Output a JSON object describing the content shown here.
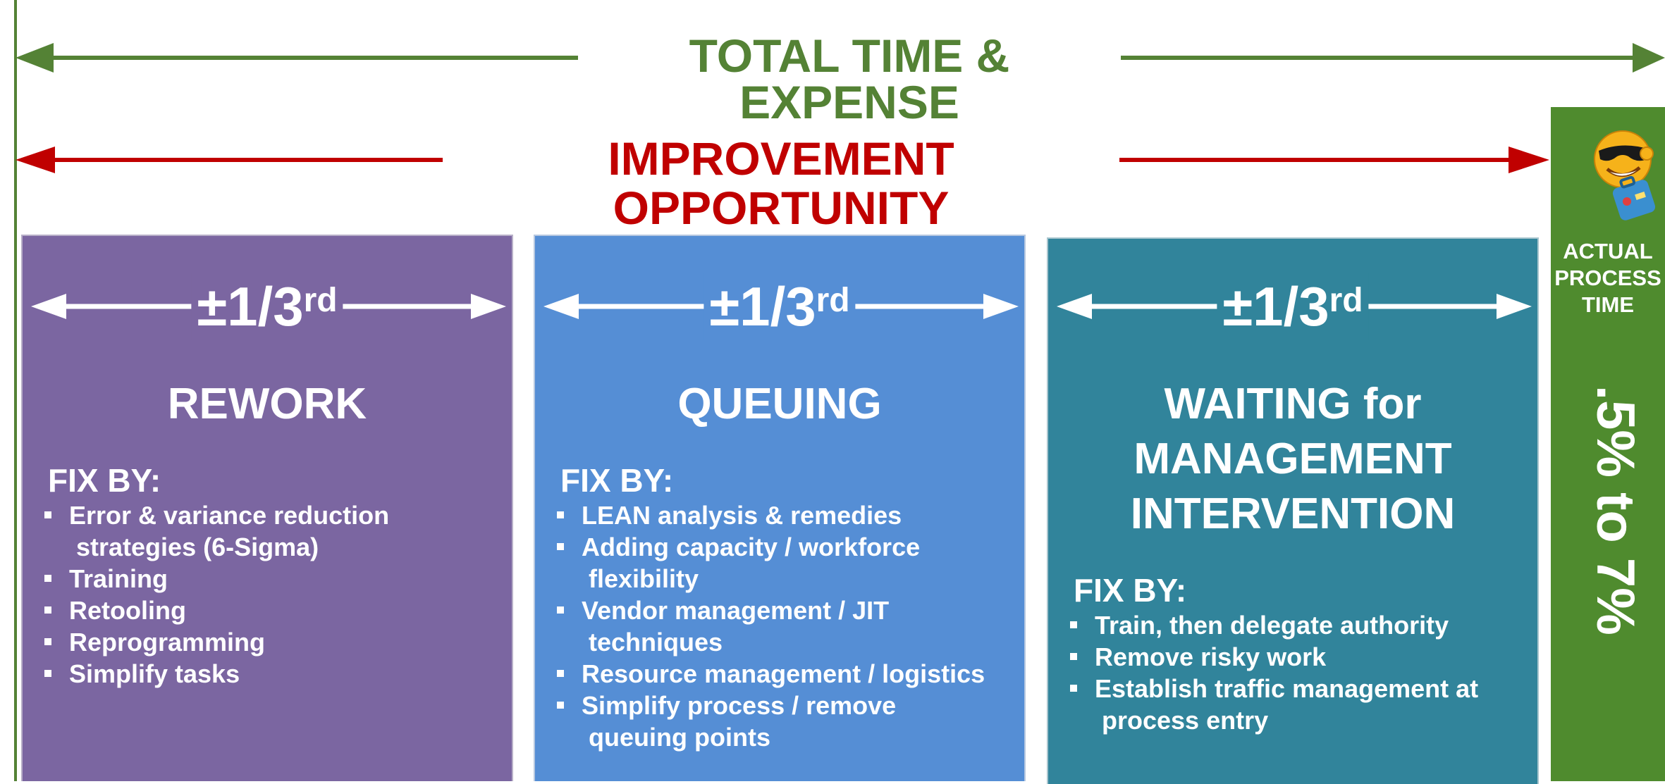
{
  "header": {
    "total_label": "TOTAL TIME & EXPENSE",
    "improvement_label": "IMPROVEMENT OPPORTUNITY"
  },
  "colors": {
    "green": "#548235",
    "red": "#c00000",
    "rework": "#7b66a1",
    "queuing": "#558ed5",
    "waiting": "#31849b",
    "actual": "#4f8b2e"
  },
  "panels": [
    {
      "fraction": "±1/3",
      "fraction_sup": "rd",
      "title": "REWORK",
      "fix_label": "FIX BY:",
      "items": [
        "Error & variance reduction\n strategies (6-Sigma)",
        "Training",
        "Retooling",
        "Reprogramming",
        "Simplify tasks"
      ]
    },
    {
      "fraction": "±1/3",
      "fraction_sup": "rd",
      "title": "QUEUING",
      "fix_label": "FIX BY:",
      "items": [
        "LEAN analysis & remedies",
        "Adding capacity / workforce\n flexibility",
        "Vendor management / JIT\n techniques",
        "Resource management / logistics",
        "Simplify process / remove\n queuing points"
      ]
    },
    {
      "fraction": "±1/3",
      "fraction_sup": "rd",
      "title_line1": "WAITING for",
      "title_line2": "MANAGEMENT",
      "title_line3": "INTERVENTION",
      "fix_label": "FIX BY:",
      "items": [
        "Train, then delegate authority",
        "Remove risky work",
        "Establish traffic management at\n process entry"
      ]
    }
  ],
  "actual": {
    "label": "ACTUAL\nPROCESS\nTIME",
    "percent": ".5% to 7%",
    "mascot_icon": "sunglasses-smiley-suitcase-icon"
  }
}
